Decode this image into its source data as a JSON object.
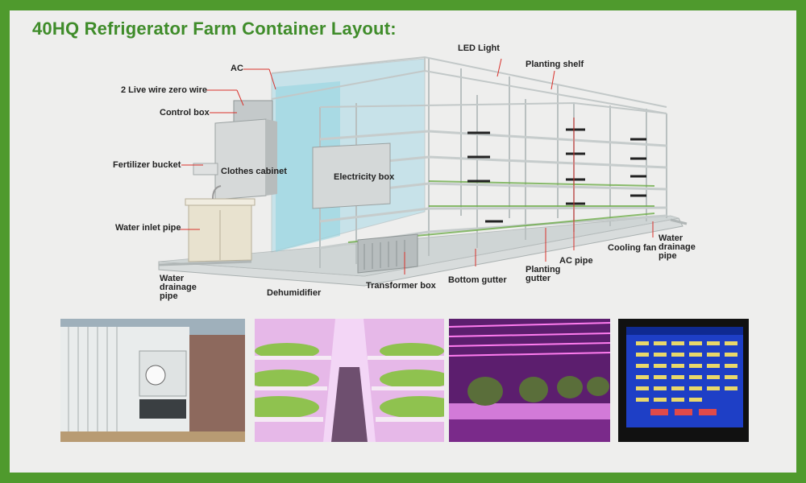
{
  "title": "40HQ Refrigerator Farm Container Layout:",
  "labels": {
    "ac_top": "AC",
    "live_wire": "2 Live wire zero wire",
    "control_box": "Control box",
    "fertilizer_bucket": "Fertilizer bucket",
    "clothes_cabinet": "Clothes cabinet",
    "water_inlet_pipe": "Water inlet pipe",
    "water_drainage_pipe_left_1": "Water",
    "water_drainage_pipe_left_2": "drainage",
    "water_drainage_pipe_left_3": "pipe",
    "dehumidifier": "Dehumidifier",
    "transformer_box": "Transformer box",
    "electricity_box": "Electricity box",
    "led_light": "LED Light",
    "planting_shelf": "Planting shelf",
    "bottom_gutter": "Bottom gutter",
    "planting_gutter_1": "Planting",
    "planting_gutter_2": "gutter",
    "ac_pipe": "AC pipe",
    "cooling_fan": "Cooling fan",
    "water_drainage_pipe_right_1": "Water",
    "water_drainage_pipe_right_2": "drainage",
    "water_drainage_pipe_right_3": "pipe"
  },
  "colors": {
    "frame": "#4f9a2d",
    "title": "#3f8c2a",
    "leader": "#d9312b",
    "background": "#eeeeed"
  },
  "photos": [
    {
      "name": "refrigerated-container-exterior"
    },
    {
      "name": "hydroponic-vertical-shelves-pink-light"
    },
    {
      "name": "lettuce-under-led-purple-light"
    },
    {
      "name": "control-panel-screen"
    }
  ]
}
